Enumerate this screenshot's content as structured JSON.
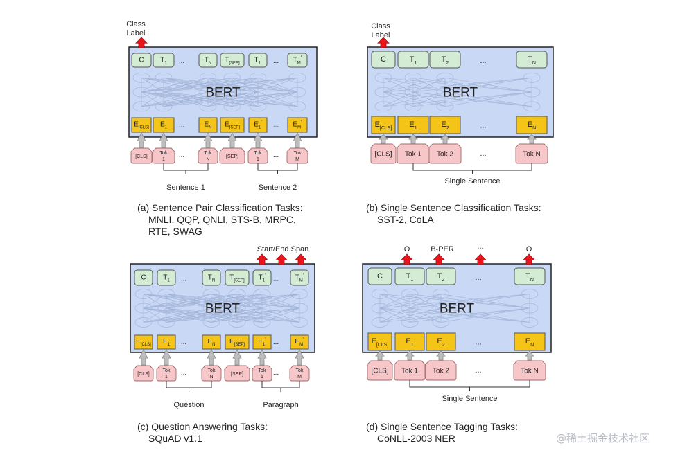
{
  "panels": [
    {
      "id": "a",
      "caption": [
        "(a) Sentence Pair Classification Tasks:",
        "MNLI, QQP, QNLI, STS-B, MRPC,",
        "RTE, SWAG"
      ],
      "outputs": [
        {
          "text": "Class",
          "sub": ""
        },
        {
          "text": "Label",
          "sub": ""
        }
      ],
      "top_tokens": [
        {
          "t": "C",
          "s": "",
          "p": ""
        },
        {
          "t": "T",
          "s": "1",
          "p": ""
        },
        {
          "t": "...",
          "s": "",
          "p": ""
        },
        {
          "t": "T",
          "s": "N",
          "p": ""
        },
        {
          "t": "T",
          "s": "[SEP]",
          "p": ""
        },
        {
          "t": "T",
          "s": "1",
          "p": "'"
        },
        {
          "t": "...",
          "s": "",
          "p": ""
        },
        {
          "t": "T",
          "s": "M",
          "p": "'"
        }
      ],
      "model_label": "BERT",
      "embeddings": [
        {
          "t": "E",
          "s": "[CLS]",
          "p": ""
        },
        {
          "t": "E",
          "s": "1",
          "p": ""
        },
        {
          "t": "...",
          "s": "",
          "p": ""
        },
        {
          "t": "E",
          "s": "N",
          "p": ""
        },
        {
          "t": "E",
          "s": "[SEP]",
          "p": ""
        },
        {
          "t": "E",
          "s": "1",
          "p": "'"
        },
        {
          "t": "...",
          "s": "",
          "p": ""
        },
        {
          "t": "E",
          "s": "M",
          "p": "'"
        }
      ],
      "inputs": [
        {
          "l1": "[CLS]",
          "l2": ""
        },
        {
          "l1": "Tok",
          "l2": "1"
        },
        {
          "l1": "...",
          "l2": ""
        },
        {
          "l1": "Tok",
          "l2": "N"
        },
        {
          "l1": "[SEP]",
          "l2": ""
        },
        {
          "l1": "Tok",
          "l2": "1"
        },
        {
          "l1": "...",
          "l2": ""
        },
        {
          "l1": "Tok",
          "l2": "M"
        }
      ],
      "segments": [
        "Sentence 1",
        "Sentence 2"
      ]
    },
    {
      "id": "b",
      "caption": [
        "(b) Single Sentence Classification Tasks:",
        "SST-2, CoLA"
      ],
      "outputs": [
        {
          "text": "Class",
          "sub": ""
        },
        {
          "text": "Label",
          "sub": ""
        }
      ],
      "top_tokens": [
        {
          "t": "C",
          "s": "",
          "p": ""
        },
        {
          "t": "T",
          "s": "1",
          "p": ""
        },
        {
          "t": "T",
          "s": "2",
          "p": ""
        },
        {
          "t": "...",
          "s": "",
          "p": ""
        },
        {
          "t": "T",
          "s": "N",
          "p": ""
        }
      ],
      "model_label": "BERT",
      "embeddings": [
        {
          "t": "E",
          "s": "[CLS]",
          "p": ""
        },
        {
          "t": "E",
          "s": "1",
          "p": ""
        },
        {
          "t": "E",
          "s": "2",
          "p": ""
        },
        {
          "t": "...",
          "s": "",
          "p": ""
        },
        {
          "t": "E",
          "s": "N",
          "p": ""
        }
      ],
      "inputs": [
        {
          "l1": "[CLS]",
          "l2": ""
        },
        {
          "l1": "Tok 1",
          "l2": ""
        },
        {
          "l1": "Tok 2",
          "l2": ""
        },
        {
          "l1": "...",
          "l2": ""
        },
        {
          "l1": "Tok N",
          "l2": ""
        }
      ],
      "segments": [
        "Single Sentence"
      ]
    },
    {
      "id": "c",
      "caption": [
        "(c) Question Answering Tasks:",
        "SQuAD v1.1"
      ],
      "outputs": [
        {
          "text": "Start/End Span",
          "sub": ""
        }
      ],
      "top_tokens": [
        {
          "t": "C",
          "s": "",
          "p": ""
        },
        {
          "t": "T",
          "s": "1",
          "p": ""
        },
        {
          "t": "...",
          "s": "",
          "p": ""
        },
        {
          "t": "T",
          "s": "N",
          "p": ""
        },
        {
          "t": "T",
          "s": "[SEP]",
          "p": ""
        },
        {
          "t": "T",
          "s": "1",
          "p": "'"
        },
        {
          "t": "...",
          "s": "",
          "p": ""
        },
        {
          "t": "T",
          "s": "M",
          "p": "'"
        }
      ],
      "model_label": "BERT",
      "embeddings": [
        {
          "t": "E",
          "s": "[CLS]",
          "p": ""
        },
        {
          "t": "E",
          "s": "1",
          "p": ""
        },
        {
          "t": "...",
          "s": "",
          "p": ""
        },
        {
          "t": "E",
          "s": "N",
          "p": ""
        },
        {
          "t": "E",
          "s": "[SEP]",
          "p": ""
        },
        {
          "t": "E",
          "s": "1",
          "p": "'"
        },
        {
          "t": "...",
          "s": "",
          "p": ""
        },
        {
          "t": "E",
          "s": "M",
          "p": "'"
        }
      ],
      "inputs": [
        {
          "l1": "[CLS]",
          "l2": ""
        },
        {
          "l1": "Tok",
          "l2": "1"
        },
        {
          "l1": "...",
          "l2": ""
        },
        {
          "l1": "Tok",
          "l2": "N"
        },
        {
          "l1": "[SEP]",
          "l2": ""
        },
        {
          "l1": "Tok",
          "l2": "1"
        },
        {
          "l1": "...",
          "l2": ""
        },
        {
          "l1": "Tok",
          "l2": "M"
        }
      ],
      "segments": [
        "Question",
        "Paragraph"
      ]
    },
    {
      "id": "d",
      "caption": [
        "(d) Single Sentence Tagging Tasks:",
        "CoNLL-2003 NER"
      ],
      "outputs": [
        {
          "text": "O",
          "sub": ""
        },
        {
          "text": "B-PER",
          "sub": ""
        },
        {
          "text": "...",
          "sub": ""
        },
        {
          "text": "O",
          "sub": ""
        }
      ],
      "top_tokens": [
        {
          "t": "C",
          "s": "",
          "p": ""
        },
        {
          "t": "T",
          "s": "1",
          "p": ""
        },
        {
          "t": "T",
          "s": "2",
          "p": ""
        },
        {
          "t": "...",
          "s": "",
          "p": ""
        },
        {
          "t": "T",
          "s": "N",
          "p": ""
        }
      ],
      "model_label": "BERT",
      "embeddings": [
        {
          "t": "E",
          "s": "[CLS]",
          "p": ""
        },
        {
          "t": "E",
          "s": "1",
          "p": ""
        },
        {
          "t": "E",
          "s": "2",
          "p": ""
        },
        {
          "t": "...",
          "s": "",
          "p": ""
        },
        {
          "t": "E",
          "s": "N",
          "p": ""
        }
      ],
      "inputs": [
        {
          "l1": "[CLS]",
          "l2": ""
        },
        {
          "l1": "Tok 1",
          "l2": ""
        },
        {
          "l1": "Tok 2",
          "l2": ""
        },
        {
          "l1": "...",
          "l2": ""
        },
        {
          "l1": "Tok N",
          "l2": ""
        }
      ],
      "segments": [
        "Single Sentence"
      ]
    }
  ],
  "watermark": "@稀土掘金技术社区",
  "colors": {
    "model_fill": "#c9d8f5",
    "model_stroke": "#222222",
    "top_token_fill": "#d4ecd4",
    "top_token_stroke": "#555555",
    "embedding_fill": "#f5c419",
    "embedding_stroke": "#555555",
    "input_fill": "#f6c6c8",
    "input_stroke": "#a06a6c",
    "output_arrow": "#e8141b",
    "input_arrow": "#bdbdbd"
  },
  "icons": [
    "up-arrow-icon"
  ]
}
